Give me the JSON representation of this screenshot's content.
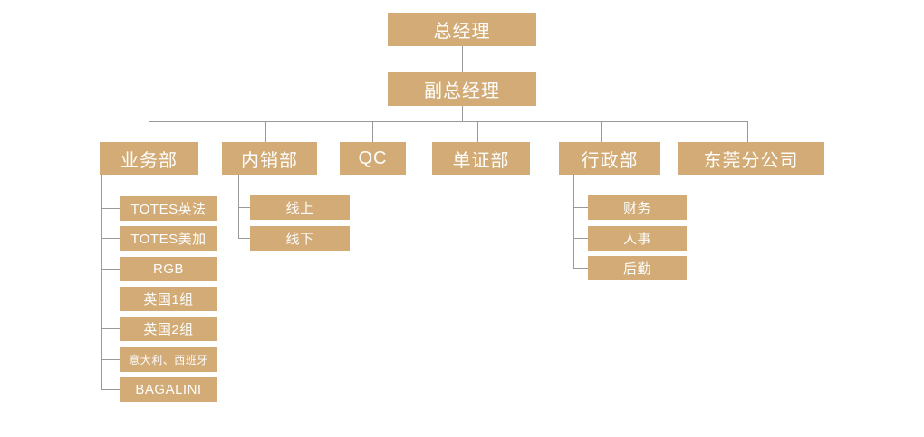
{
  "colors": {
    "box_fill": "#D2AB77",
    "box_text": "#FDFDFB",
    "connector": "#999999",
    "background": "#FFFFFF"
  },
  "org": {
    "root": {
      "label": "总经理"
    },
    "deputy": {
      "label": "副总经理"
    },
    "departments": [
      {
        "label": "业务部",
        "children": [
          "TOTES英法",
          "TOTES美加",
          "RGB",
          "英国1组",
          "英国2组",
          "意大利、西班牙",
          "BAGALINI"
        ]
      },
      {
        "label": "内销部",
        "children": [
          "线上",
          "线下"
        ]
      },
      {
        "label": "QC",
        "children": []
      },
      {
        "label": "单证部",
        "children": []
      },
      {
        "label": "行政部",
        "children": [
          "财务",
          "人事",
          "后勤"
        ]
      },
      {
        "label": "东莞分公司",
        "children": []
      }
    ]
  }
}
